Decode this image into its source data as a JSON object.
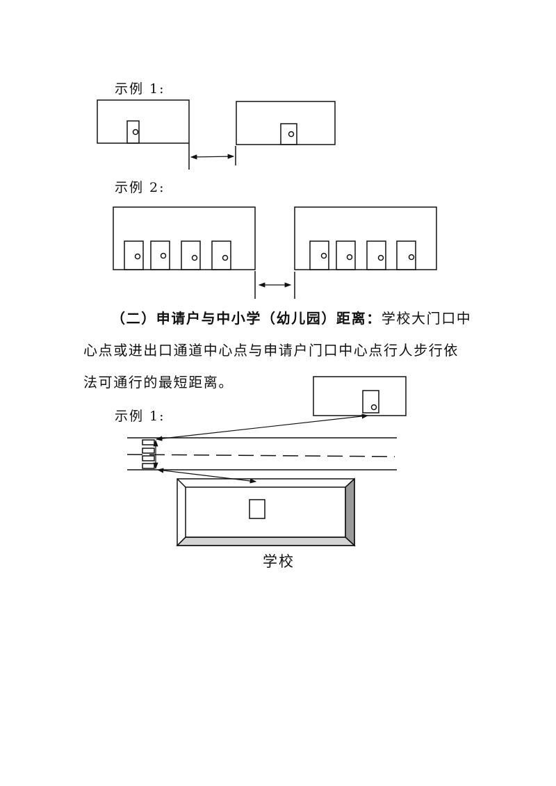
{
  "section1": {
    "example1_label": "示例 1:",
    "example2_label": "示例 2:"
  },
  "section2": {
    "heading": "（二）申请户与中小学（幼儿园）距离：",
    "line1_rest": "学校大门口中",
    "line2": "心点或进出口通道中心点与申请户门口中心点行人步行依",
    "line3": "法可通行的最短距离。",
    "example1_label": "示例 1:",
    "school_label": "学校"
  }
}
